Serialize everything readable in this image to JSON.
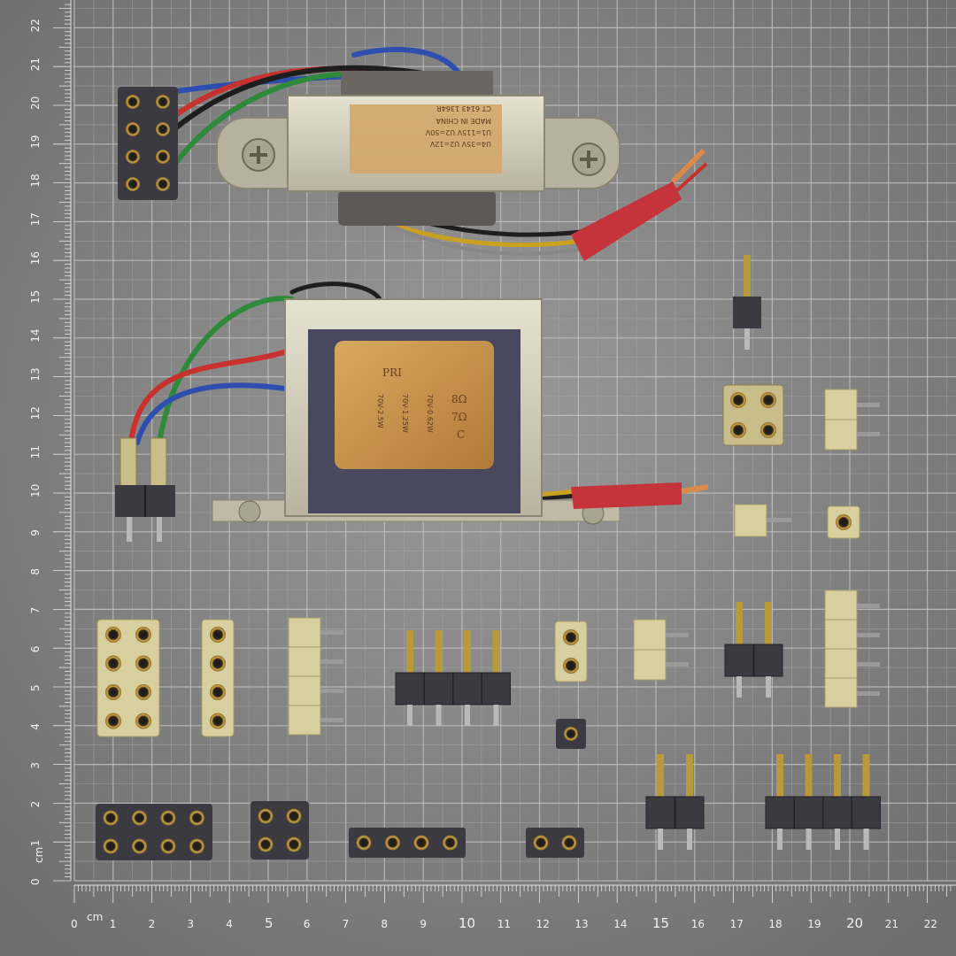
{
  "ruler": {
    "unit": "cm",
    "bottom_labels": [
      "0",
      "1",
      "2",
      "3",
      "4",
      "5",
      "6",
      "7",
      "8",
      "9",
      "10",
      "11",
      "12",
      "13",
      "14",
      "15",
      "16",
      "17",
      "18",
      "19",
      "20",
      "21",
      "22"
    ],
    "left_labels": [
      "0",
      "1",
      "2",
      "3",
      "4",
      "5",
      "6",
      "7",
      "8",
      "9",
      "10",
      "11",
      "12",
      "13",
      "14",
      "15",
      "16",
      "17",
      "18",
      "19",
      "20",
      "21",
      "22"
    ]
  },
  "transformer_top": {
    "label_line1": "CT 6143 1364R",
    "label_line2": "MADE IN CHINA",
    "label_line3": "U1=115V   U2=50V",
    "label_line4": "U4=35V    U2=12V"
  },
  "transformer_bottom": {
    "label_pri": "PRI",
    "label_70v25": "70V-2.5W",
    "label_70v125": "70V-1.25W",
    "label_70v062": "70V-0.62W",
    "label_8ohm": "8Ω",
    "label_7ohm": "7Ω",
    "label_c": "C"
  },
  "colors": {
    "grid_bg": "#8a8a8a",
    "grid_line": "#bdbdbd",
    "wire_red": "#c8322e",
    "wire_green": "#2e8a3a",
    "wire_blue": "#2f4fb0",
    "wire_black": "#1e1e1e",
    "wire_yellow": "#c9a020",
    "connector_beige": "#d8cf9e",
    "connector_dark": "#3a3a40",
    "brass": "#b89a3a"
  }
}
